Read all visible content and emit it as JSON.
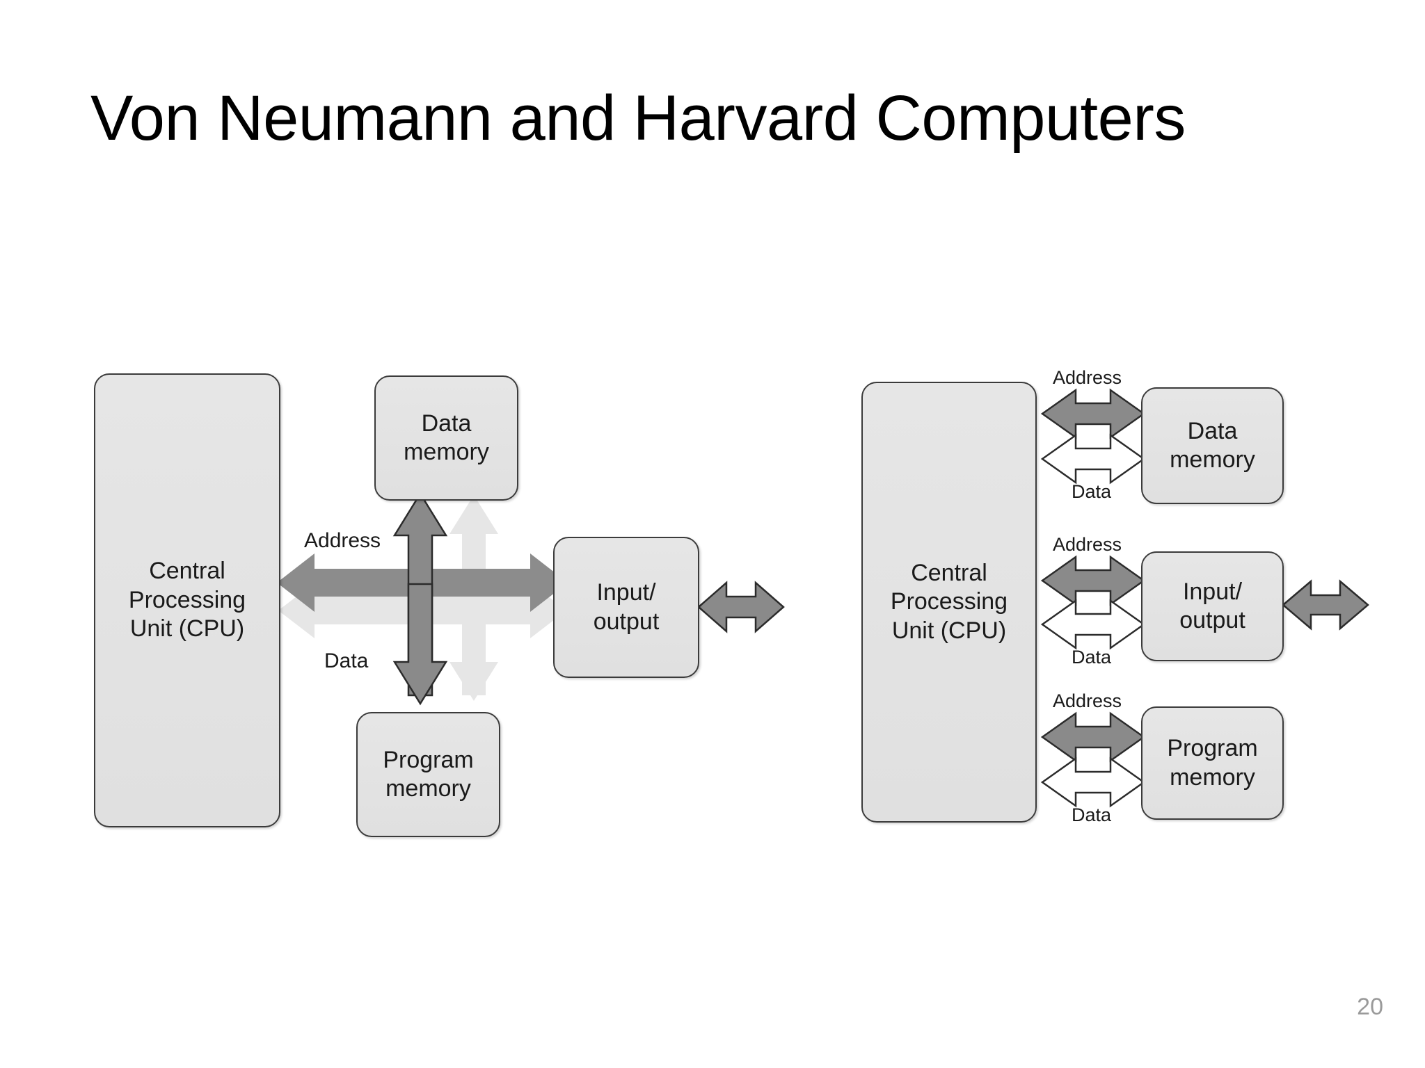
{
  "slide": {
    "title": "Von Neumann and Harvard Computers",
    "page_number": "20"
  },
  "diagrams": [
    {
      "id": "von-neumann",
      "name": "Von Neumann architecture diagram",
      "boxes": {
        "cpu": "Central\nProcessing\nUnit (CPU)",
        "data_memory": "Data\nmemory",
        "program_memory": "Program\nmemory",
        "io": "Input/\noutput"
      },
      "bus_labels": {
        "address": "Address",
        "data": "Data"
      }
    },
    {
      "id": "harvard",
      "name": "Harvard architecture diagram",
      "boxes": {
        "cpu": "Central\nProcessing\nUnit (CPU)",
        "data_memory": "Data\nmemory",
        "io": "Input/\noutput",
        "program_memory": "Program\nmemory"
      },
      "bus_labels": {
        "data_address": "Address",
        "data_data": "Data",
        "io_address": "Address",
        "io_data": "Data",
        "program_address": "Address",
        "program_data": "Data"
      }
    }
  ],
  "colors": {
    "box_fill": "#e3e3e3",
    "box_stroke": "#3b3b3b",
    "address_bus": "#8a8a8a",
    "data_bus": "#e6e6e6",
    "text": "#1a1a1a",
    "page_number": "#9a9a9a",
    "background": "#ffffff"
  }
}
